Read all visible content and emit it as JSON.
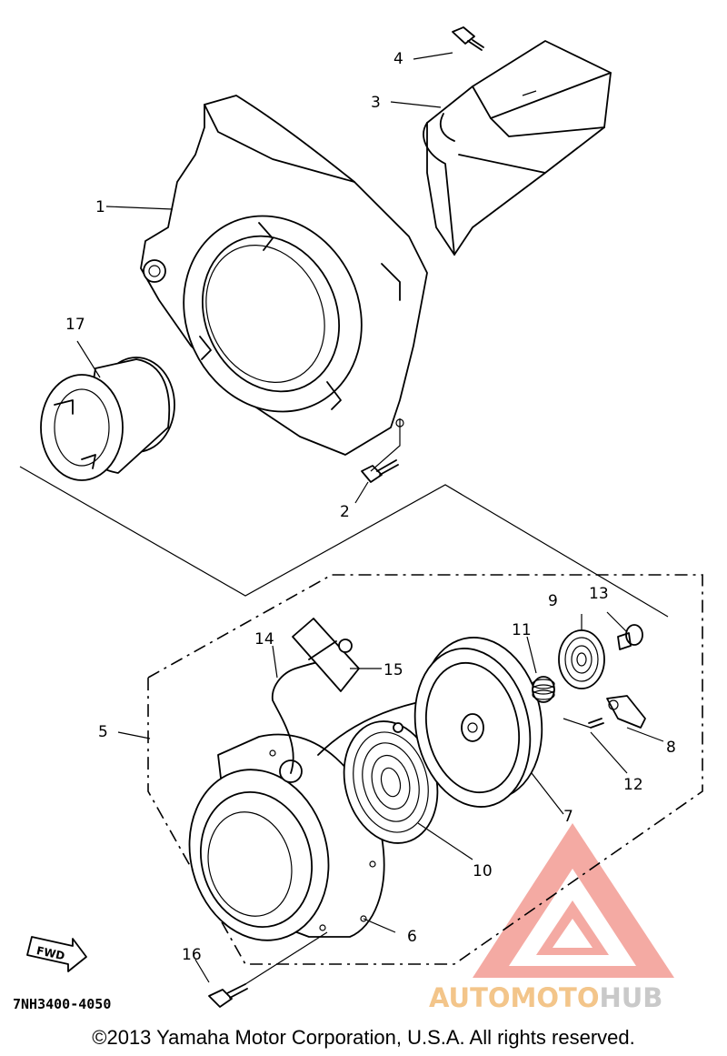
{
  "callouts": {
    "p1": "1",
    "p2": "2",
    "p3": "3",
    "p4": "4",
    "p5": "5",
    "p6": "6",
    "p7": "7",
    "p8": "8",
    "p9": "9",
    "p10": "10",
    "p11": "11",
    "p12": "12",
    "p13": "13",
    "p14": "14",
    "p15": "15",
    "p16": "16",
    "p17": "17"
  },
  "fwd_label": "FWD",
  "diagram_code": "7NH3400-4050",
  "copyright": "©2013 Yamaha Motor Corporation, U.S.A. All rights reserved.",
  "watermark": {
    "part1": "AUTOMOTO",
    "part2": "HUB",
    "color_main": "#e84c3d",
    "color_text1": "#f3c58a",
    "color_text2": "#c9c9c9"
  }
}
